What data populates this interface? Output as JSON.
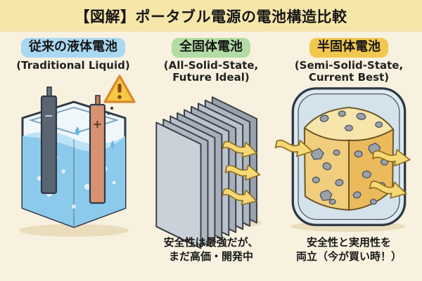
{
  "title": "【図解】ポータブル電源の電池構造比較",
  "columns": [
    {
      "id": "traditional-liquid",
      "heading": "従来の液体電池",
      "subheading_line1": "(Traditional Liquid)",
      "subheading_line2": "",
      "caption_line1": "",
      "caption_line2": "",
      "accent": "#A9D9F2"
    },
    {
      "id": "all-solid-state",
      "heading": "全固体電池",
      "subheading_line1": "(All-Solid-State,",
      "subheading_line2": "Future Ideal)",
      "caption_line1": "安全性は最強だが、",
      "caption_line2": "まだ高価・開発中",
      "accent": "#B2DCA4"
    },
    {
      "id": "semi-solid-state",
      "heading": "半固体電池",
      "subheading_line1": "(Semi-Solid-State,",
      "subheading_line2": "Current Best)",
      "caption_line1": "安全性と実用性を",
      "caption_line2": "両立（今が買い時！）",
      "accent": "#F2C74E"
    }
  ],
  "illustrations": {
    "liquid_tank": {
      "electrode_negative_label": "−",
      "electrode_positive_label": "+",
      "warning_icon": "warning-triangle"
    },
    "solid_stack": {
      "arrow_icon": "ion-flow-arrow",
      "arrow_count": 3
    },
    "semi_solid_cell": {
      "arrow_icon": "ion-flow-arrow",
      "arrow_count": 3
    }
  },
  "colors": {
    "page_background": "#F8F1DF",
    "banner_background": "#F6E6A9",
    "accent_blue": "#A9D9F2",
    "accent_green": "#B2DCA4",
    "accent_yellow": "#F2C74E",
    "liquid_blue": "#8CCAEC",
    "plate_gray": "#C9CFD8",
    "gel_yellow": "#F0CE7E",
    "arrow_yellow": "#F6D876",
    "warning_yellow": "#F6C845",
    "outline_dark": "#2E3947"
  }
}
